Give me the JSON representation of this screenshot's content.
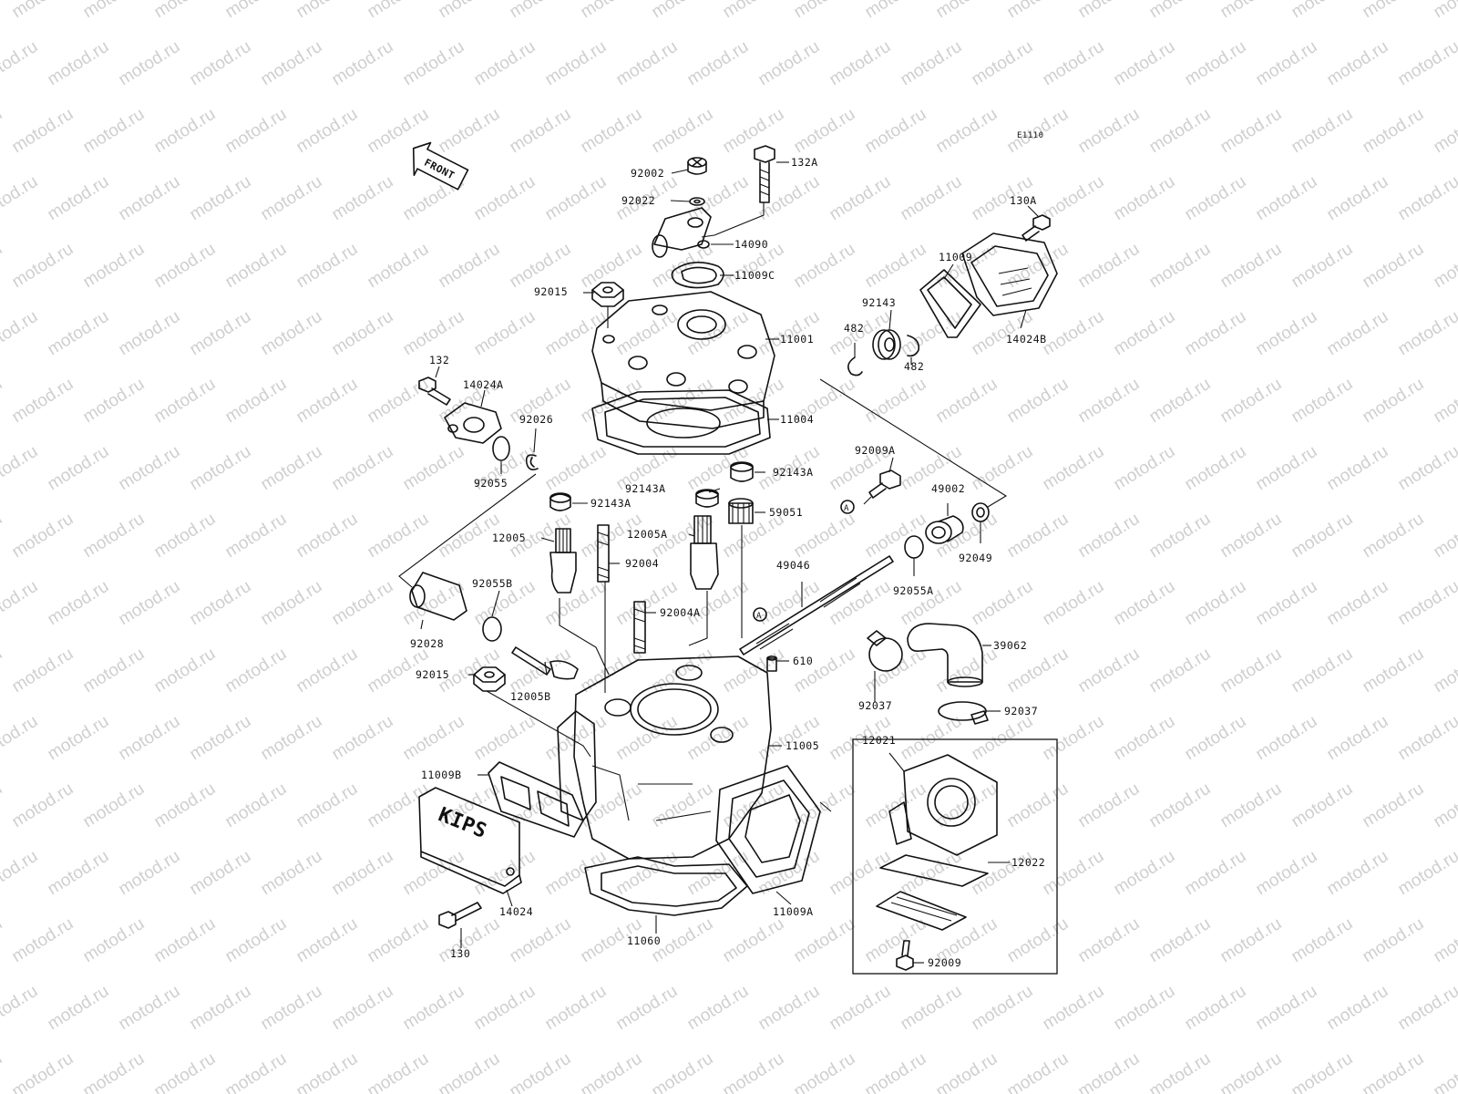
{
  "diagram": {
    "code": "E1110",
    "front_label": "FRONT",
    "callout_a": "A",
    "cover_logo": "KIPS",
    "watermark": "motod.ru"
  },
  "labels": [
    {
      "id": "p92002",
      "text": "92002"
    },
    {
      "id": "p132A",
      "text": "132A"
    },
    {
      "id": "p92022",
      "text": "92022"
    },
    {
      "id": "p14090",
      "text": "14090"
    },
    {
      "id": "p11009C",
      "text": "11009C"
    },
    {
      "id": "p92015a",
      "text": "92015"
    },
    {
      "id": "p11001",
      "text": "11001"
    },
    {
      "id": "p132",
      "text": "132"
    },
    {
      "id": "p14024A",
      "text": "14024A"
    },
    {
      "id": "p92026",
      "text": "92026"
    },
    {
      "id": "p11004",
      "text": "11004"
    },
    {
      "id": "p92055",
      "text": "92055"
    },
    {
      "id": "p130A",
      "text": "130A"
    },
    {
      "id": "p11009",
      "text": "11009"
    },
    {
      "id": "p92143",
      "text": "92143"
    },
    {
      "id": "p482a",
      "text": "482"
    },
    {
      "id": "p482b",
      "text": "482"
    },
    {
      "id": "p14024B",
      "text": "14024B"
    },
    {
      "id": "p92143Aa",
      "text": "92143A"
    },
    {
      "id": "p92143Ab",
      "text": "92143A"
    },
    {
      "id": "p92143Ac",
      "text": "92143A"
    },
    {
      "id": "p59051",
      "text": "59051"
    },
    {
      "id": "p92009A",
      "text": "92009A"
    },
    {
      "id": "p49002",
      "text": "49002"
    },
    {
      "id": "p92049",
      "text": "92049"
    },
    {
      "id": "p12005",
      "text": "12005"
    },
    {
      "id": "p12005A",
      "text": "12005A"
    },
    {
      "id": "p92004",
      "text": "92004"
    },
    {
      "id": "p49046",
      "text": "49046"
    },
    {
      "id": "p92055A",
      "text": "92055A"
    },
    {
      "id": "p92055B",
      "text": "92055B"
    },
    {
      "id": "p92004A",
      "text": "92004A"
    },
    {
      "id": "p92028",
      "text": "92028"
    },
    {
      "id": "p610",
      "text": "610"
    },
    {
      "id": "p39062",
      "text": "39062"
    },
    {
      "id": "p92015b",
      "text": "92015"
    },
    {
      "id": "p12005B",
      "text": "12005B"
    },
    {
      "id": "p92037a",
      "text": "92037"
    },
    {
      "id": "p92037b",
      "text": "92037"
    },
    {
      "id": "p11005",
      "text": "11005"
    },
    {
      "id": "p12021",
      "text": "12021"
    },
    {
      "id": "p11009B",
      "text": "11009B"
    },
    {
      "id": "p12022",
      "text": "12022"
    },
    {
      "id": "p14024",
      "text": "14024"
    },
    {
      "id": "p11009A",
      "text": "11009A"
    },
    {
      "id": "p11060",
      "text": "11060"
    },
    {
      "id": "p130",
      "text": "130"
    },
    {
      "id": "p92009",
      "text": "92009"
    }
  ]
}
